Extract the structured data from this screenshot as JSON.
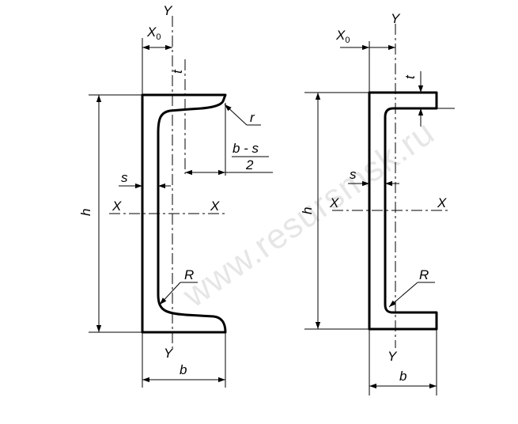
{
  "watermark": "www.resursmsk.ru",
  "left_profile": {
    "axis_y_top": "Y",
    "axis_y_bottom": "Y",
    "axis_x_left": "X",
    "axis_x_right": "X",
    "x0_main": "X",
    "x0_sub": "0",
    "t": "t",
    "r": "r",
    "bs_num": "b - s",
    "bs_den": "2",
    "s": "s",
    "h": "h",
    "R": "R",
    "b": "b"
  },
  "right_profile": {
    "axis_y_top": "Y",
    "axis_y_bottom": "Y",
    "axis_x_left": "X",
    "axis_x_right": "X",
    "x0_main": "X",
    "x0_sub": "0",
    "t": "t",
    "s": "s",
    "h": "h",
    "R": "R",
    "b": "b"
  }
}
